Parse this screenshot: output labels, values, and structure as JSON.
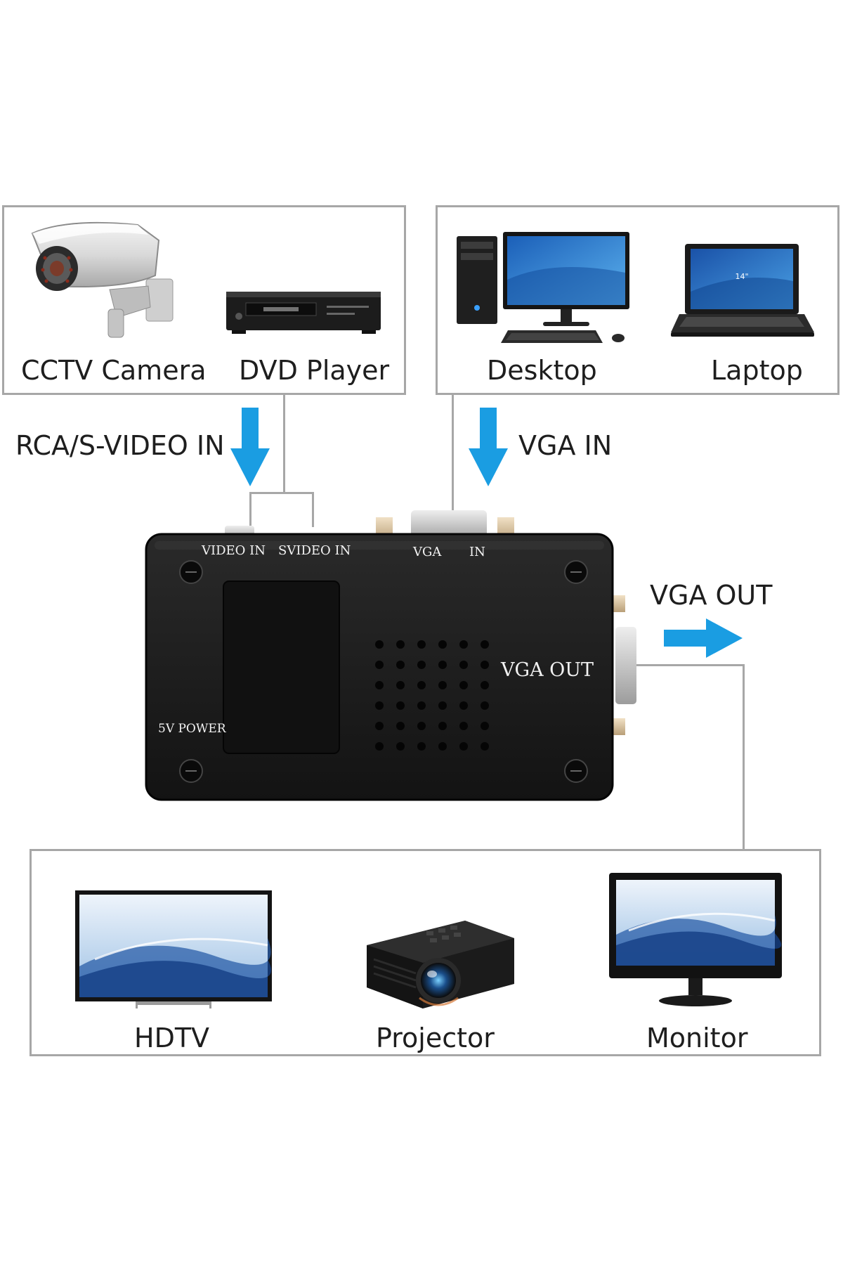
{
  "sources_left": {
    "items": [
      {
        "label": "CCTV Camera",
        "icon": "cctv-camera-icon"
      },
      {
        "label": "DVD Player",
        "icon": "dvd-player-icon"
      }
    ]
  },
  "sources_right": {
    "items": [
      {
        "label": "Desktop",
        "icon": "desktop-computer-icon"
      },
      {
        "label": "Laptop",
        "icon": "laptop-icon",
        "screen_text": "14\""
      }
    ]
  },
  "inputs": {
    "rca_label": "RCA/S-VIDEO IN",
    "vga_label": "VGA IN"
  },
  "device": {
    "video_in": "VIDEO  IN",
    "svideo_in": "SVIDEO  IN",
    "vga": "VGA",
    "in": "IN",
    "vga_out": "VGA  OUT",
    "power": "5V POWER"
  },
  "output": {
    "label": "VGA OUT"
  },
  "displays": {
    "items": [
      {
        "label": "HDTV",
        "icon": "hdtv-icon"
      },
      {
        "label": "Projector",
        "icon": "projector-icon"
      },
      {
        "label": "Monitor",
        "icon": "monitor-icon"
      }
    ]
  },
  "colors": {
    "arrow": "#1a9de2",
    "border": "#a7a7a7",
    "device_body": "#1b1b1b",
    "screen_blue": "#2a6fc4"
  }
}
